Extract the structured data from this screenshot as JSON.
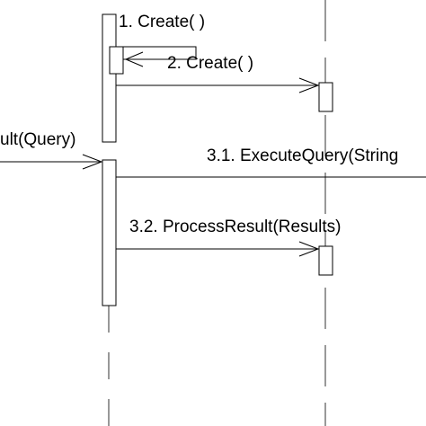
{
  "messages": {
    "m1": "1. Create( )",
    "m2": "2. Create( )",
    "m3": "ult(Query)",
    "m31": "3.1. ExecuteQuery(String",
    "m32": "3.2. ProcessResult(Results)"
  },
  "colors": {
    "background": "#ffffff",
    "line": "#000000",
    "lifeline": "#555555"
  }
}
